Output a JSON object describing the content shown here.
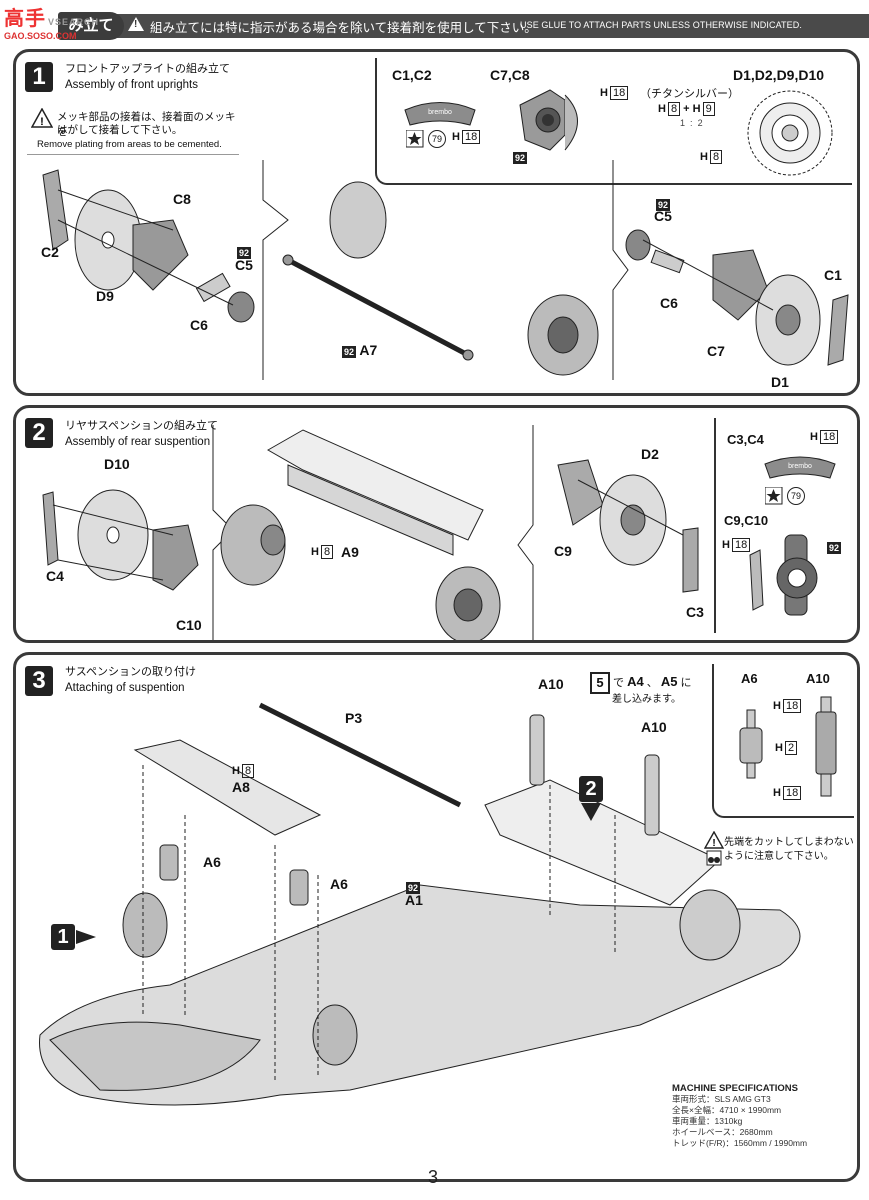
{
  "header": {
    "logo_main": "高手",
    "logo_sub": "VSEARCH",
    "logo_small": "GAO.SOSO.COM",
    "tab_label": "み立て",
    "instruction_jp": "組み立てには特に指示がある場合を除いて接着剤を使用して下さい。",
    "instruction_en": "USE GLUE TO ATTACH PARTS UNLESS OTHERWISE INDICATED."
  },
  "step1": {
    "number": "1",
    "title_jp": "フロントアップライトの組み立て",
    "title_en": "Assembly of front uprights",
    "caution_jp_1": "メッキ部品の接着は、接着面のメッキを",
    "caution_jp_2": "はがして接着して下さい。",
    "caution_en": "Remove plating from areas to be cemented.",
    "inset": {
      "c1c2": "C1,C2",
      "c7c8": "C7,C8",
      "d_group": "D1,D2,D9,D10",
      "titanium": "（チタンシルバー）",
      "brand": "brembo",
      "star79": "79",
      "h": "H",
      "h18": "18",
      "h8": "8",
      "h9": "9",
      "plus": "+",
      "ratio_1": "1",
      "ratio_colon": ":",
      "ratio_2": "2",
      "badge92": "92"
    },
    "labels": {
      "c8": "C8",
      "c2": "C2",
      "d9": "D9",
      "c6_left": "C6",
      "c5_left": "C5",
      "badge92_left": "92",
      "a7": "A7",
      "badge92_a7": "92",
      "c5_right": "C5",
      "badge92_right": "92",
      "c6_right": "C6",
      "c1": "C1",
      "c7": "C7",
      "d1": "D1"
    }
  },
  "step2": {
    "number": "2",
    "title_jp": "リヤサスペンションの組み立て",
    "title_en": "Assembly of rear suspention",
    "labels": {
      "d10": "D10",
      "c4": "C4",
      "c10": "C10",
      "h": "H",
      "h8": "8",
      "a9": "A9",
      "d2": "D2",
      "c9": "C9",
      "c3": "C3"
    },
    "inset": {
      "c3c4": "C3,C4",
      "h": "H",
      "h18": "18",
      "brand": "brembo",
      "star79": "79",
      "c9c10": "C9,C10",
      "badge92": "92"
    }
  },
  "step3": {
    "number": "3",
    "title_jp": "サスペンションの取り付け",
    "title_en": "Attaching of suspention",
    "labels": {
      "p3": "P3",
      "a10_top": "A10",
      "step5_num": "5",
      "step5_text_1": "で",
      "a4": "A4",
      "comma": "、",
      "a5": "A5",
      "ni": "に",
      "step5_text_2": "差し込みます。",
      "a10_mid": "A10",
      "h": "H",
      "h8": "8",
      "a8": "A8",
      "a6_left": "A6",
      "a6_right": "A6",
      "badge92": "92",
      "a1": "A1",
      "step_ref_1": "1",
      "step_ref_2": "2",
      "cut_caution_1": "先端をカットしてしまわない",
      "cut_caution_2": "ように注意して下さい。"
    },
    "inset": {
      "a6": "A6",
      "a10": "A10",
      "h": "H",
      "h18_a": "18",
      "h2": "2",
      "h18_b": "18"
    },
    "specs": {
      "heading": "MACHINE SPECIFICATIONS",
      "lines": [
        "車両形式：SLS AMG GT3",
        "全長×全幅：4710 × 1990mm",
        "車両重量：1310kg",
        "ホイールベース：2680mm",
        "トレッド(F/R)：1560mm / 1990mm"
      ]
    }
  },
  "footer": {
    "page_number": "3"
  },
  "colors": {
    "frame": "#3a3a3a",
    "header_bar": "#4a4a4a",
    "part_gray": "#9a9a9a",
    "part_dark": "#555555",
    "logo_blue": "#2a7bd0",
    "logo_red": "#e33333"
  }
}
